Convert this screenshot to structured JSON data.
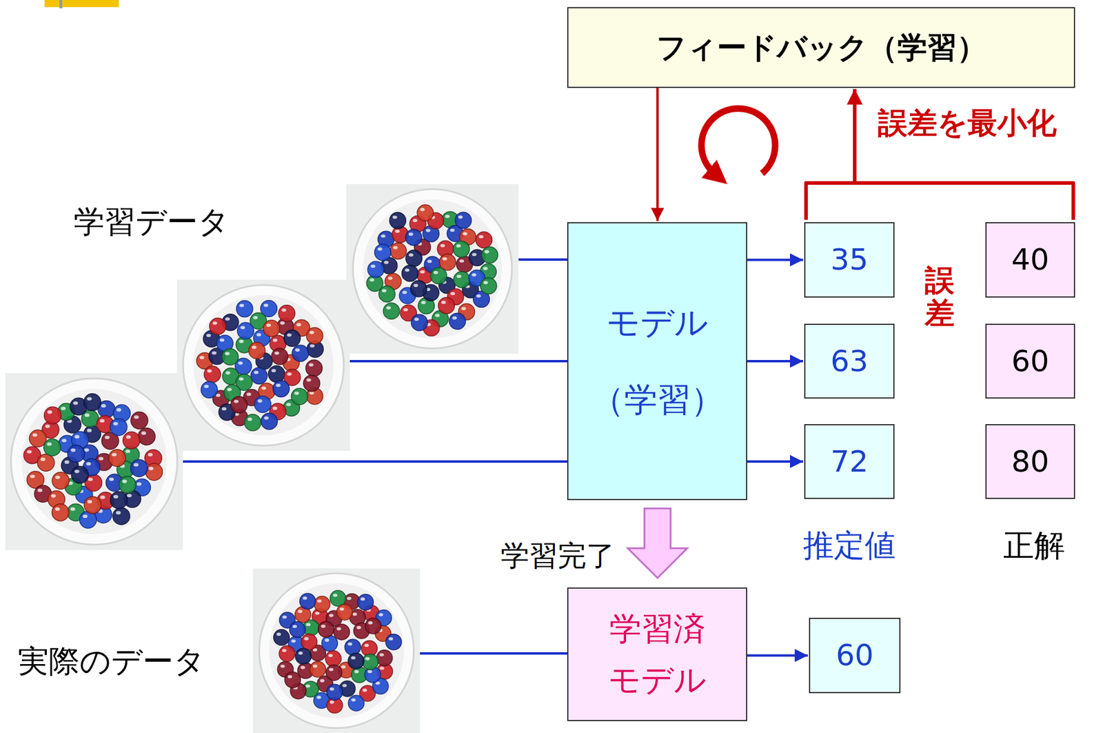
{
  "diagram": {
    "nodes": [
      {
        "text": [
          "フィードバック（学習）"
        ]
      },
      {
        "text": [
          "モデル",
          "（学習）"
        ]
      },
      {
        "text": [
          "35"
        ]
      },
      {
        "text": [
          "40"
        ]
      },
      {
        "text": [
          "63"
        ]
      },
      {
        "text": [
          "60"
        ]
      },
      {
        "text": [
          "72"
        ]
      },
      {
        "text": [
          "80"
        ]
      },
      {
        "text": [
          "学習済",
          "モデル"
        ]
      },
      {
        "text": [
          "60"
        ]
      }
    ],
    "edges": [
      {
        "from": 0,
        "to": 1,
        "arrow": "to"
      },
      {
        "from": 1,
        "to": 2,
        "arrow": "to"
      },
      {
        "from": 1,
        "to": 4,
        "arrow": "to"
      },
      {
        "from": 1,
        "to": 6,
        "arrow": "to"
      },
      {
        "from": 1,
        "to": 8,
        "arrow": "to",
        "label": "学習完了"
      },
      {
        "from": 8,
        "to": 9,
        "arrow": "to"
      },
      {
        "from": 2,
        "to": 0,
        "arrow": "to"
      },
      {
        "from": 3,
        "to": 0,
        "arrow": "to"
      }
    ],
    "labels": [
      "誤差を最小化",
      "学習データ",
      "誤差",
      "推定値",
      "正解",
      "実際のデータ"
    ]
  }
}
